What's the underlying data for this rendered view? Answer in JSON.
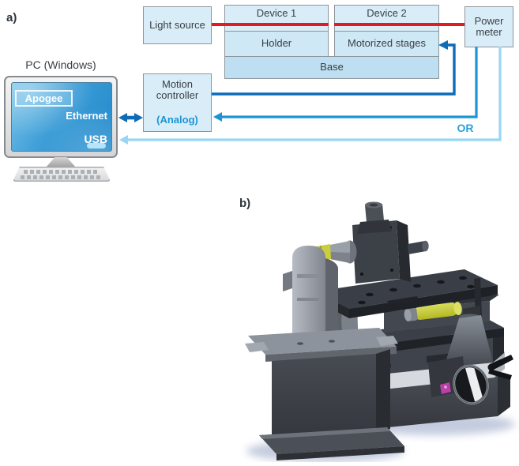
{
  "figure": {
    "panel_a_label": "a)",
    "panel_b_label": "b)"
  },
  "diagram": {
    "pc": {
      "title": "PC (Windows)",
      "app_label": "Apogee",
      "ethernet_label": "Ethernet",
      "usb_label": "USB"
    },
    "boxes": {
      "light_source": "Light source",
      "device1": "Device 1",
      "device2": "Device 2",
      "holder": "Holder",
      "motorized_stages": "Motorized stages",
      "base": "Base",
      "motion_controller": "Motion controller",
      "motion_controller_mode": "(Analog)",
      "power_meter": "Power meter"
    },
    "or_label": "OR",
    "colors": {
      "beam_red": "#e21b21",
      "ethernet_blue": "#0d6bb7",
      "analog_blue": "#1b95d4",
      "usb_blue": "#97d6f2",
      "box_fill": "#d9edf8",
      "box_border": "#8e959c"
    }
  },
  "photo": {
    "description": "3D rendering of a motorized fiber-alignment stage assembly"
  }
}
